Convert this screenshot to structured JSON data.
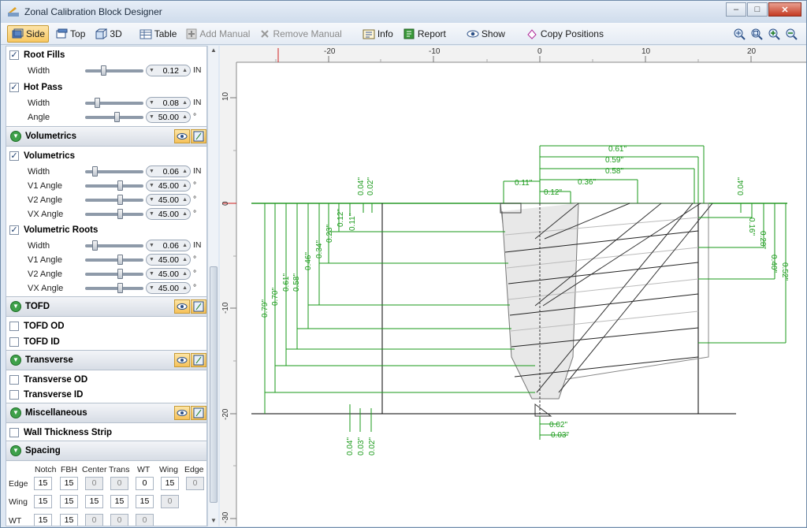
{
  "window": {
    "title": "Zonal Calibration Block Designer",
    "minimize": "–",
    "maximize": "□",
    "close": "✕"
  },
  "toolbar": {
    "side": "Side",
    "top": "Top",
    "view3d": "3D",
    "table": "Table",
    "add_manual": "Add Manual",
    "remove_manual": "Remove Manual",
    "info": "Info",
    "report": "Report",
    "show": "Show",
    "copy_positions": "Copy Positions"
  },
  "panel": {
    "root_fills": {
      "label": "Root Fills",
      "width_label": "Width",
      "width_value": "0.12",
      "width_unit": "IN",
      "width_level": 0.2
    },
    "hot_pass": {
      "label": "Hot Pass",
      "width_label": "Width",
      "width_value": "0.08",
      "width_unit": "IN",
      "width_level": 0.15,
      "angle_label": "Angle",
      "angle_value": "50.00",
      "angle_unit": "°",
      "angle_level": 0.55
    },
    "volumetrics_section": "Volumetrics",
    "volumetrics": {
      "label": "Volumetrics",
      "width_label": "Width",
      "width_value": "0.06",
      "width_unit": "IN",
      "width_level": 0.12,
      "v1_label": "V1 Angle",
      "v1_value": "45.00",
      "v2_label": "V2 Angle",
      "v2_value": "45.00",
      "vx_label": "VX Angle",
      "vx_value": "45.00",
      "angle_unit": "°",
      "angle_level": 0.6
    },
    "volumetric_roots": {
      "label": "Volumetric Roots",
      "width_label": "Width",
      "width_value": "0.06",
      "width_unit": "IN",
      "width_level": 0.12,
      "v1_label": "V1 Angle",
      "v1_value": "45.00",
      "v2_label": "V2 Angle",
      "v2_value": "45.00",
      "vx_label": "VX Angle",
      "vx_value": "45.00",
      "angle_unit": "°",
      "angle_level": 0.6
    },
    "tofd_section": "TOFD",
    "tofd_od": "TOFD OD",
    "tofd_id": "TOFD ID",
    "transverse_section": "Transverse",
    "transverse_od": "Transverse OD",
    "transverse_id": "Transverse ID",
    "misc_section": "Miscellaneous",
    "wall_strip": "Wall Thickness Strip",
    "spacing_section": "Spacing",
    "spacing": {
      "headers": [
        "Notch",
        "FBH",
        "Center",
        "Trans",
        "WT",
        "Wing",
        "Edge"
      ],
      "rows": [
        {
          "label": "Edge",
          "values": [
            "15",
            "15",
            "0",
            "0",
            "0",
            "15",
            "0"
          ]
        },
        {
          "label": "Wing",
          "values": [
            "15",
            "15",
            "15",
            "15",
            "15",
            "0"
          ]
        },
        {
          "label": "WT",
          "values": [
            "15",
            "15",
            "0",
            "0",
            "0"
          ]
        }
      ]
    }
  },
  "ruler": {
    "top_ticks": [
      "-20",
      "-10",
      "0",
      "10",
      "20"
    ],
    "left_ticks": [
      "10",
      "0",
      "-10",
      "-20",
      "-30"
    ]
  },
  "dims": {
    "top": [
      "0.61\"",
      "0.59\"",
      "0.58\"",
      "0.36\"",
      "0.11\"",
      "0.12\"",
      "0.04\"",
      "0.02\"",
      "0.04\""
    ],
    "left": [
      "0.11\"",
      "0.12\"",
      "0.23\"",
      "0.34\"",
      "0.46\"",
      "0.58\"",
      "0.61\"",
      "0.70\"",
      "0.79\""
    ],
    "right": [
      "0.16\"",
      "0.28\"",
      "0.40\"",
      "0.52\""
    ],
    "bottom": [
      "0.04\"",
      "0.03\"",
      "0.02\"",
      "0.02\"",
      "0.03\""
    ]
  },
  "colors": {
    "dimension": "#1a9a1a",
    "accent": "#f8c862",
    "ruler_marker": "#d02020"
  }
}
